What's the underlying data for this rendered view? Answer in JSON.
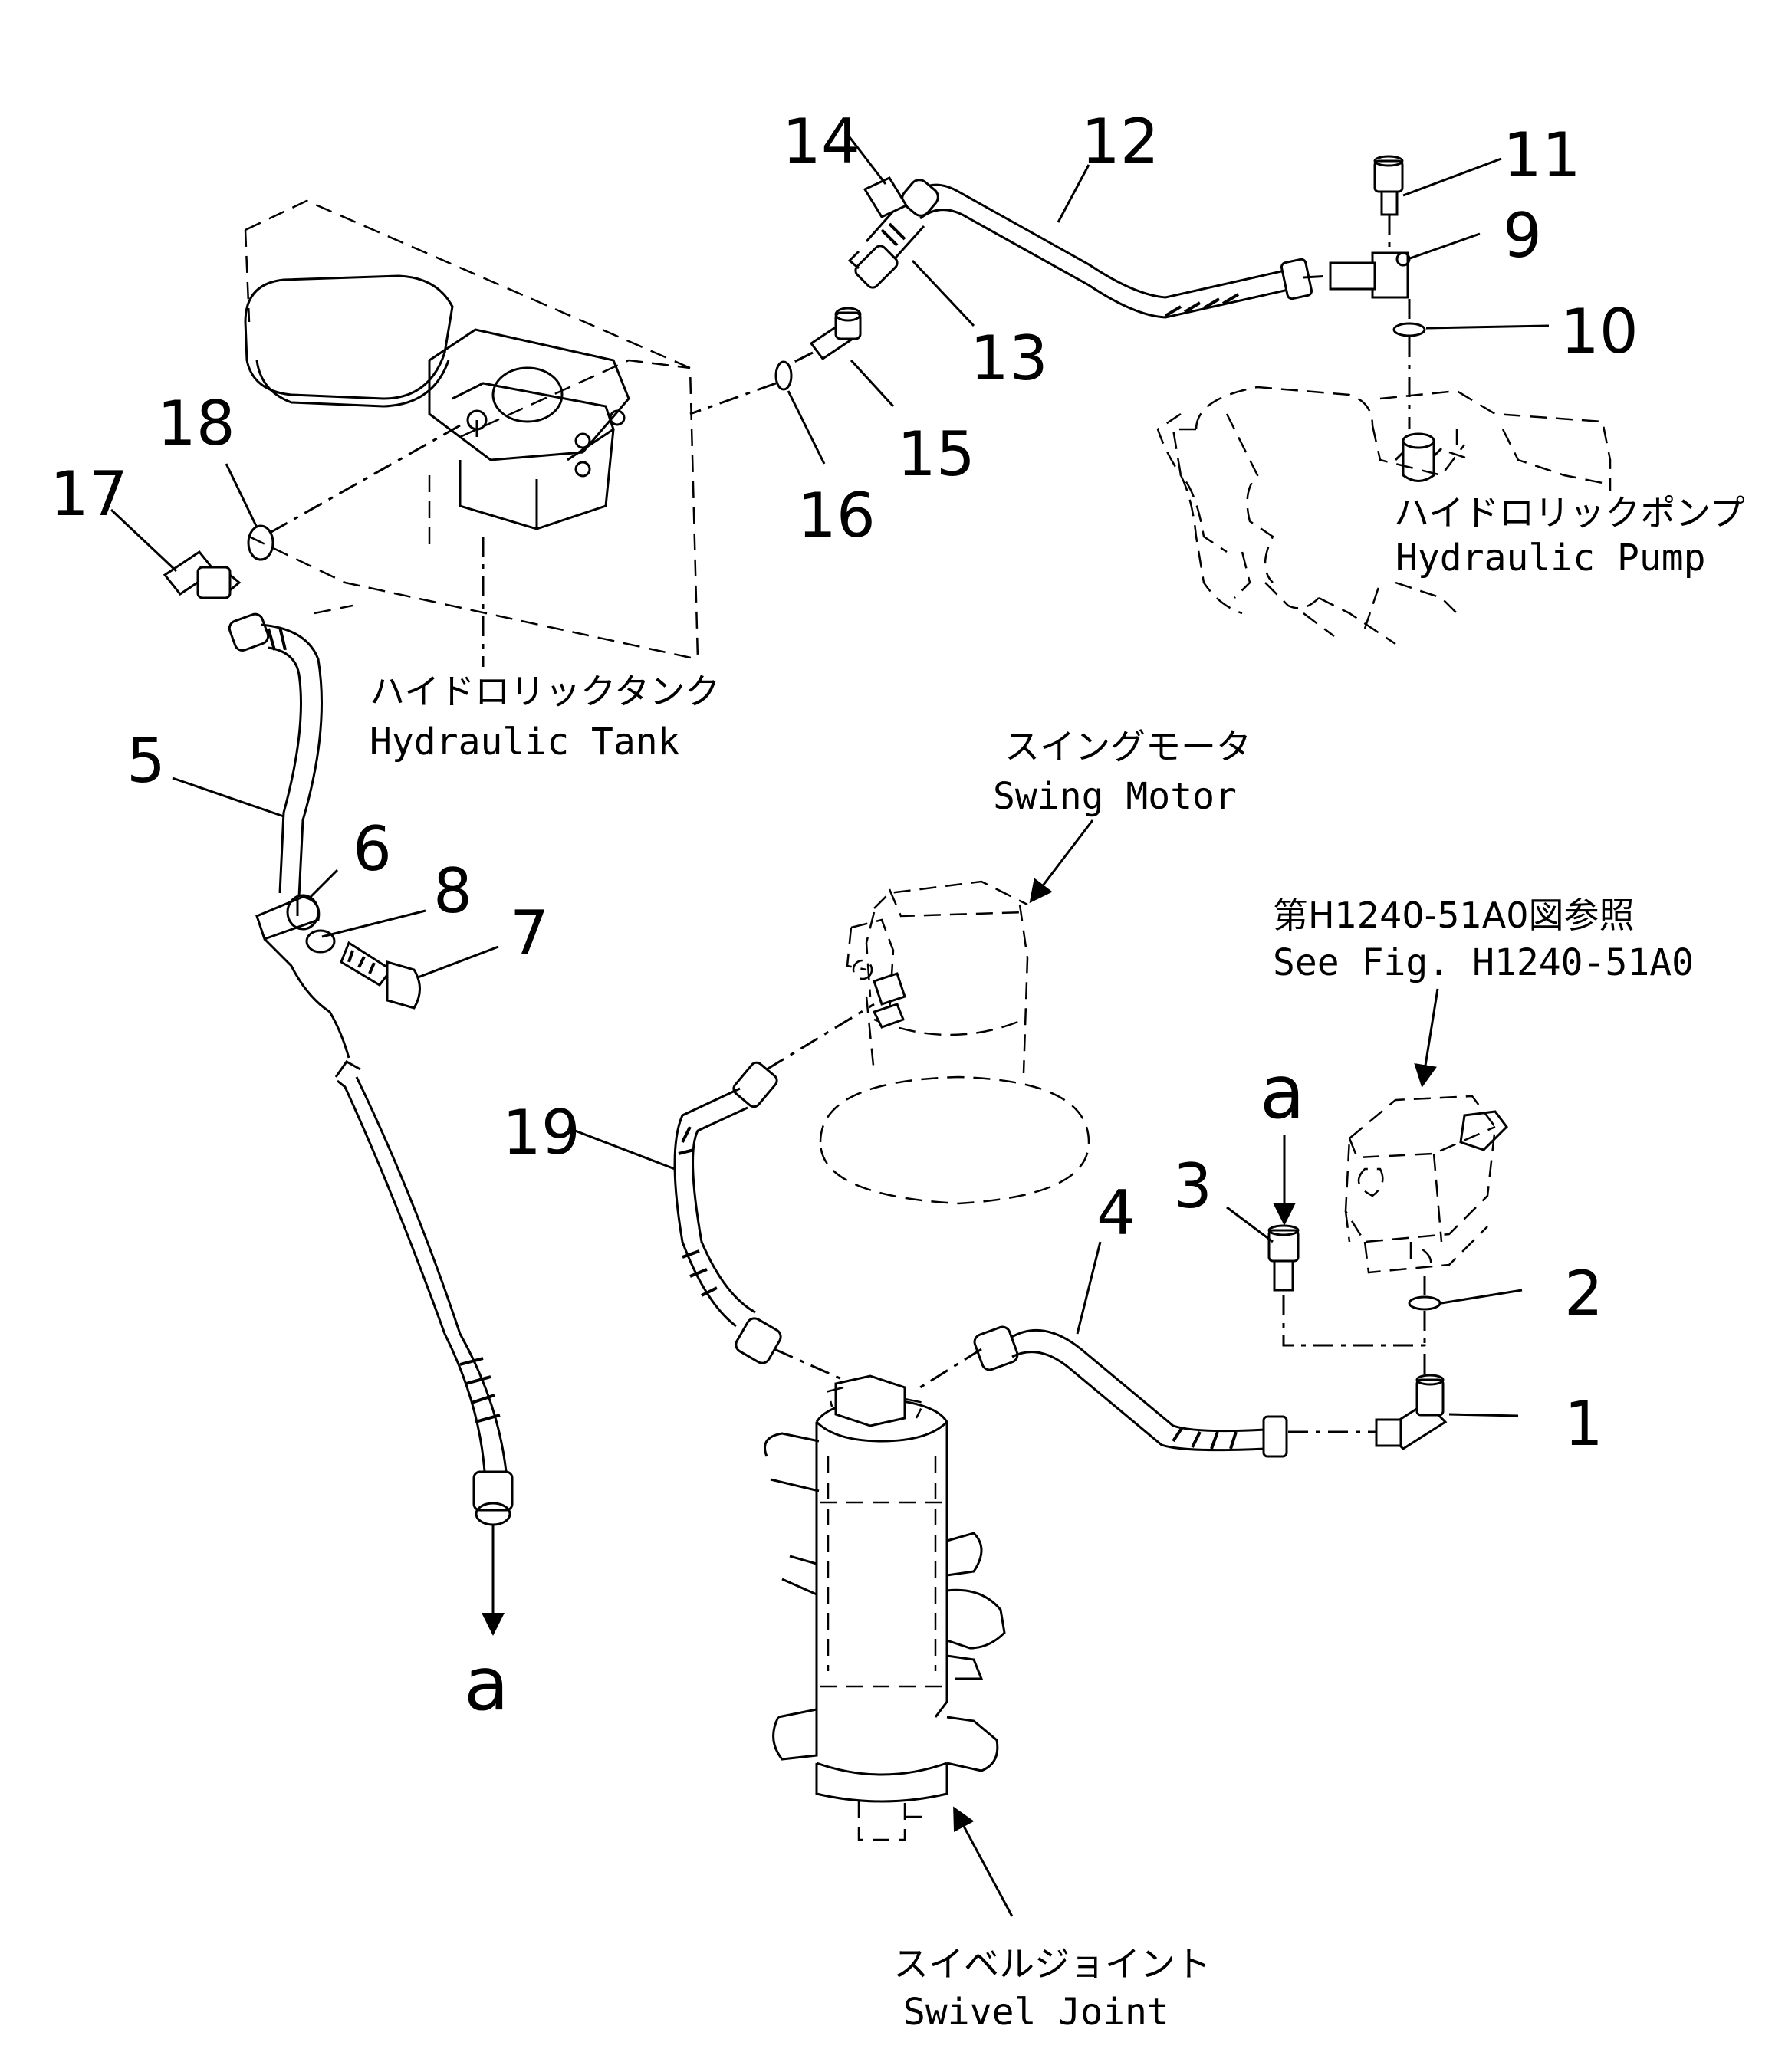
{
  "labels": {
    "hydraulic_tank": {
      "jp": "ハイドロリックタンク",
      "en": "Hydraulic Tank"
    },
    "hydraulic_pump": {
      "jp": "ハイドロリックポンプ",
      "en": "Hydraulic Pump"
    },
    "swing_motor": {
      "jp": "スイングモータ",
      "en": "Swing Motor"
    },
    "swivel_joint": {
      "jp": "スイベルジョイント",
      "en": "Swivel Joint"
    },
    "fig_ref": {
      "jp": "第H1240-51A0図参照",
      "en": "See Fig. H1240-51A0"
    }
  },
  "connectors": {
    "a_top": "a",
    "a_bottom": "a"
  },
  "parts": {
    "p1": "1",
    "p2": "2",
    "p3": "3",
    "p4": "4",
    "p5": "5",
    "p6": "6",
    "p7": "7",
    "p8": "8",
    "p9": "9",
    "p10": "10",
    "p11": "11",
    "p12": "12",
    "p13": "13",
    "p14": "14",
    "p15": "15",
    "p16": "16",
    "p17": "17",
    "p18": "18",
    "p19": "19"
  }
}
